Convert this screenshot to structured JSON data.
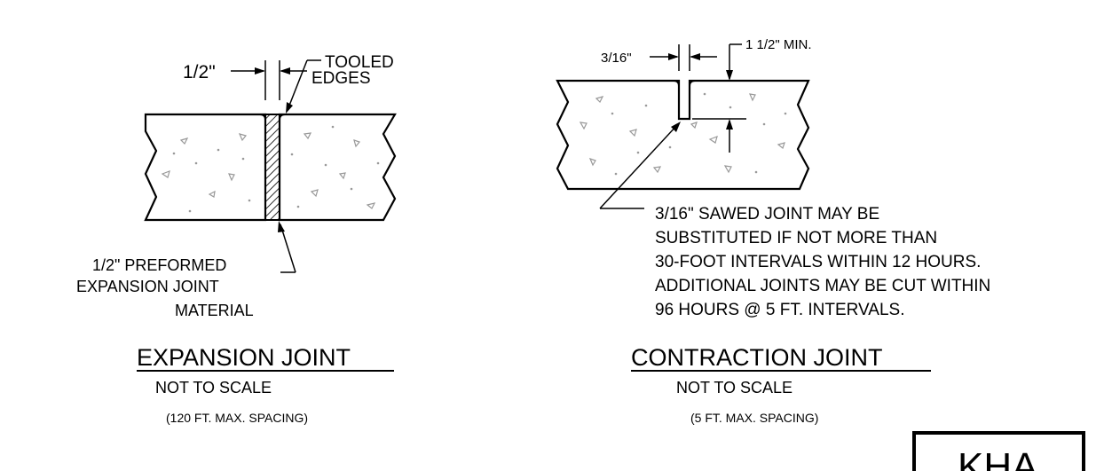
{
  "expansion_joint": {
    "dim_width": "1/2\"",
    "tooled_line1": "TOOLED",
    "tooled_line2": "EDGES",
    "preformed_line1": "1/2\" PREFORMED",
    "preformed_line2": "EXPANSION JOINT",
    "preformed_line3": "MATERIAL",
    "title": "EXPANSION JOINT",
    "scale": "NOT TO SCALE",
    "spacing": "(120 FT. MAX. SPACING)"
  },
  "contraction_joint": {
    "dim_width": "3/16\"",
    "dim_depth": "1 1/2\" MIN.",
    "note_lines": [
      "3/16\" SAWED JOINT MAY BE",
      "SUBSTITUTED IF NOT MORE THAN",
      "30-FOOT INTERVALS WITHIN 12 HOURS.",
      "ADDITIONAL JOINTS MAY BE CUT WITHIN",
      "96 HOURS @ 5 FT. INTERVALS."
    ],
    "title": "CONTRACTION JOINT",
    "scale": "NOT TO SCALE",
    "spacing": "(5 FT. MAX. SPACING)"
  },
  "logo": {
    "text": "KHA"
  }
}
